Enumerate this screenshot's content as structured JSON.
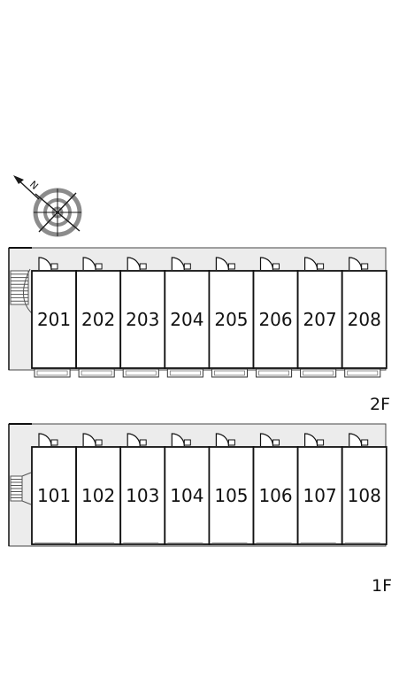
{
  "compass": {
    "north_label": "N",
    "icon": "compass-rose-icon",
    "arrow_color": "#1a1a1a",
    "rose_color": "#8c8c8c"
  },
  "colors": {
    "corridor": "#ececec",
    "wall": "#111111",
    "unit_fill": "#ffffff",
    "stair": "#555555"
  },
  "floors": [
    {
      "id": "2F",
      "label": "2F",
      "units": [
        "201",
        "202",
        "203",
        "204",
        "205",
        "206",
        "207",
        "208"
      ]
    },
    {
      "id": "1F",
      "label": "1F",
      "units": [
        "101",
        "102",
        "103",
        "104",
        "105",
        "106",
        "107",
        "108"
      ]
    }
  ]
}
